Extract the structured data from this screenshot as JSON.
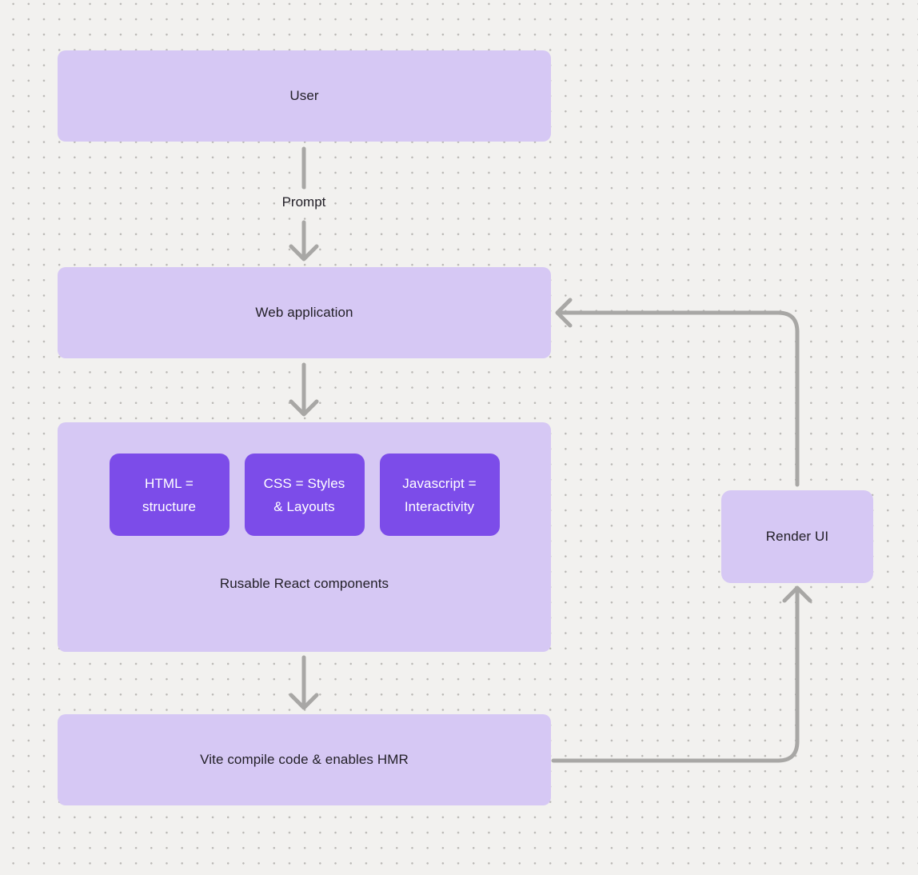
{
  "diagram": {
    "nodes": {
      "user": {
        "label": "User"
      },
      "web_app": {
        "label": "Web application"
      },
      "components": {
        "caption": "Rusable React components",
        "items": [
          {
            "label": "HTML =\nstructure"
          },
          {
            "label": "CSS = Styles\n& Layouts"
          },
          {
            "label": "Javascript =\nInteractivity"
          }
        ]
      },
      "vite": {
        "label": "Vite compile code & enables HMR"
      },
      "render_ui": {
        "label": "Render UI"
      }
    },
    "edge_labels": {
      "prompt": "Prompt"
    },
    "colors": {
      "node_background": "#d6c8f4",
      "mini_node_background": "#7c4ce9",
      "arrow": "#a8a7a5",
      "canvas_background": "#f2f1ef",
      "dot_grid": "#b9b7b4",
      "text_dark": "#232028",
      "text_light": "#ffffff"
    }
  }
}
